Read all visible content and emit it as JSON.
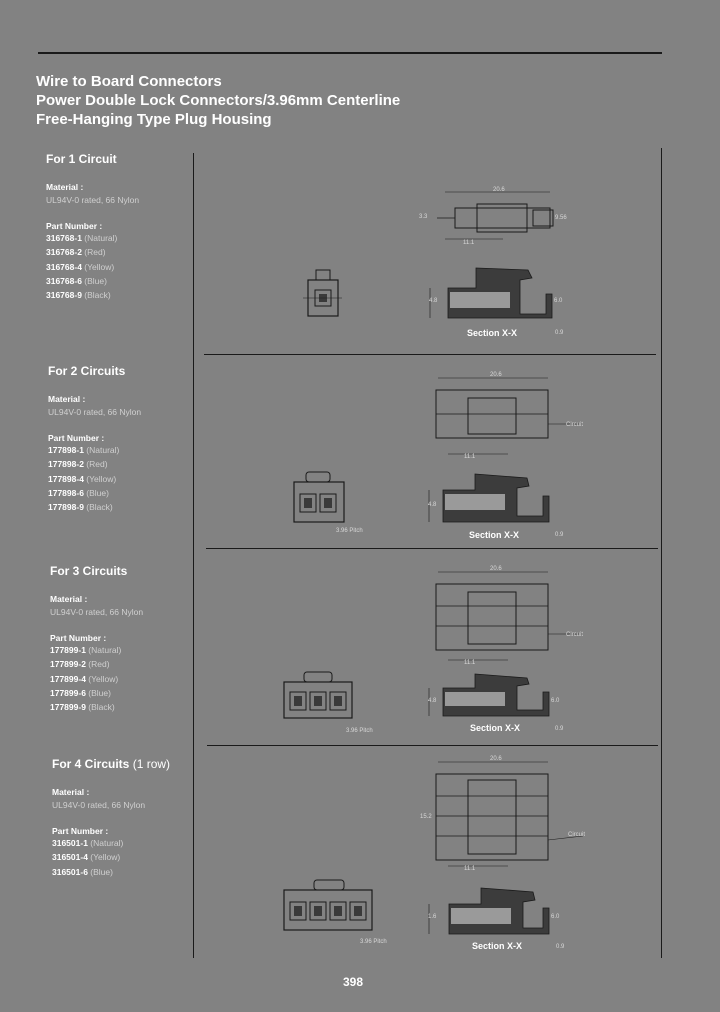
{
  "title": {
    "line1": "Wire to Board Connectors",
    "line2": "Power Double Lock Connectors/3.96mm Centerline",
    "line3": "Free-Hanging Type Plug Housing"
  },
  "sections": [
    {
      "heading": "For 1 Circuit",
      "heading_note": "",
      "material_label": "Material :",
      "material": "UL94V-0 rated, 66 Nylon",
      "part_label": "Part Number :",
      "parts": [
        {
          "num": "316768-1",
          "color": "(Natural)"
        },
        {
          "num": "316768-2",
          "color": "(Red)"
        },
        {
          "num": "316768-4",
          "color": "(Yellow)"
        },
        {
          "num": "316768-6",
          "color": "(Blue)"
        },
        {
          "num": "316768-9",
          "color": "(Black)"
        }
      ],
      "section_caption": "Section X-X",
      "pitch": "",
      "dims": {
        "length": "20.6",
        "width": "11.1",
        "height": "9.56",
        "a": "3.3",
        "b": "4.8",
        "c": "6.0",
        "d": "0.9"
      }
    },
    {
      "heading": "For 2 Circuits",
      "heading_note": "",
      "material_label": "Material :",
      "material": "UL94V-0 rated, 66 Nylon",
      "part_label": "Part Number :",
      "parts": [
        {
          "num": "177898-1",
          "color": "(Natural)"
        },
        {
          "num": "177898-2",
          "color": "(Red)"
        },
        {
          "num": "177898-4",
          "color": "(Yellow)"
        },
        {
          "num": "177898-6",
          "color": "(Blue)"
        },
        {
          "num": "177898-9",
          "color": "(Black)"
        }
      ],
      "section_caption": "Section X-X",
      "pitch": "3.96 Pitch",
      "dims": {
        "length": "20.6",
        "width": "11.1",
        "height": "",
        "a": "",
        "b": "4.8",
        "c": "",
        "d": "0.9",
        "circuit": "Circuit"
      }
    },
    {
      "heading": "For 3 Circuits",
      "heading_note": "",
      "material_label": "Material :",
      "material": "UL94V-0 rated, 66 Nylon",
      "part_label": "Part Number :",
      "parts": [
        {
          "num": "177899-1",
          "color": "(Natural)"
        },
        {
          "num": "177899-2",
          "color": "(Red)"
        },
        {
          "num": "177899-4",
          "color": "(Yellow)"
        },
        {
          "num": "177899-6",
          "color": "(Blue)"
        },
        {
          "num": "177899-9",
          "color": "(Black)"
        }
      ],
      "section_caption": "Section X-X",
      "pitch": "3.96 Pitch",
      "dims": {
        "length": "20.6",
        "width": "11.1",
        "height": "",
        "a": "",
        "b": "4.8",
        "c": "6.0",
        "d": "0.9",
        "circuit": "Circuit"
      }
    },
    {
      "heading": "For 4 Circuits",
      "heading_note": "(1 row)",
      "material_label": "Material :",
      "material": "UL94V-0 rated, 66 Nylon",
      "part_label": "Part Number :",
      "parts": [
        {
          "num": "316501-1",
          "color": "(Natural)"
        },
        {
          "num": "316501-4",
          "color": "(Yellow)"
        },
        {
          "num": "316501-6",
          "color": "(Blue)"
        }
      ],
      "section_caption": "Section X-X",
      "pitch": "3.96 Pitch",
      "dims": {
        "length": "20.6",
        "width": "11.1",
        "height": "15.2",
        "a": "",
        "b": "1.6",
        "c": "6.0",
        "d": "0.9",
        "circuit": "Circuit"
      }
    }
  ],
  "page_number": "398"
}
